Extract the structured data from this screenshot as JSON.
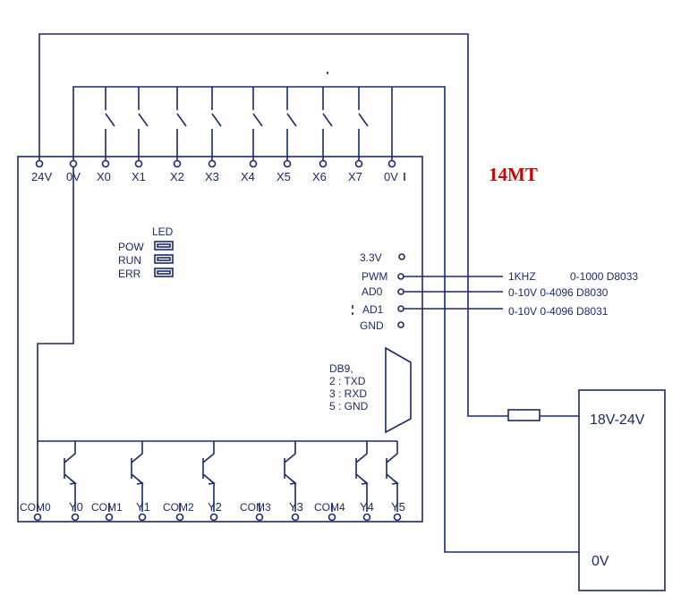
{
  "model": "14MT",
  "colors": {
    "line": "#1a2a6c",
    "model_text": "#d00000"
  },
  "top_terminals": [
    "24V",
    "0V",
    "X0",
    "X1",
    "X2",
    "X3",
    "X4",
    "X5",
    "X6",
    "X7",
    "0V"
  ],
  "led": {
    "title": "LED",
    "items": [
      "POW",
      "RUN",
      "ERR"
    ]
  },
  "analog_terminals": [
    "3.3V",
    "PWM",
    "AD0",
    "AD1",
    "GND"
  ],
  "signal_notes": {
    "pwm": {
      "freq": "1KHZ",
      "range": "0-1000 D8033"
    },
    "ad0": "0-10V 0-4096 D8030",
    "ad1": "0-10V 0-4096 D8031"
  },
  "db9": {
    "title": "DB9,",
    "pins": [
      "2 : TXD",
      "3 : RXD",
      "5 : GND"
    ]
  },
  "bottom_terminals": [
    "COM0",
    "Y0",
    "COM1",
    "Y1",
    "COM2",
    "Y2",
    "COM3",
    "Y3",
    "COM4",
    "Y4",
    "Y5"
  ],
  "power_supply": {
    "top": "18V-24V",
    "bottom": "0V"
  }
}
